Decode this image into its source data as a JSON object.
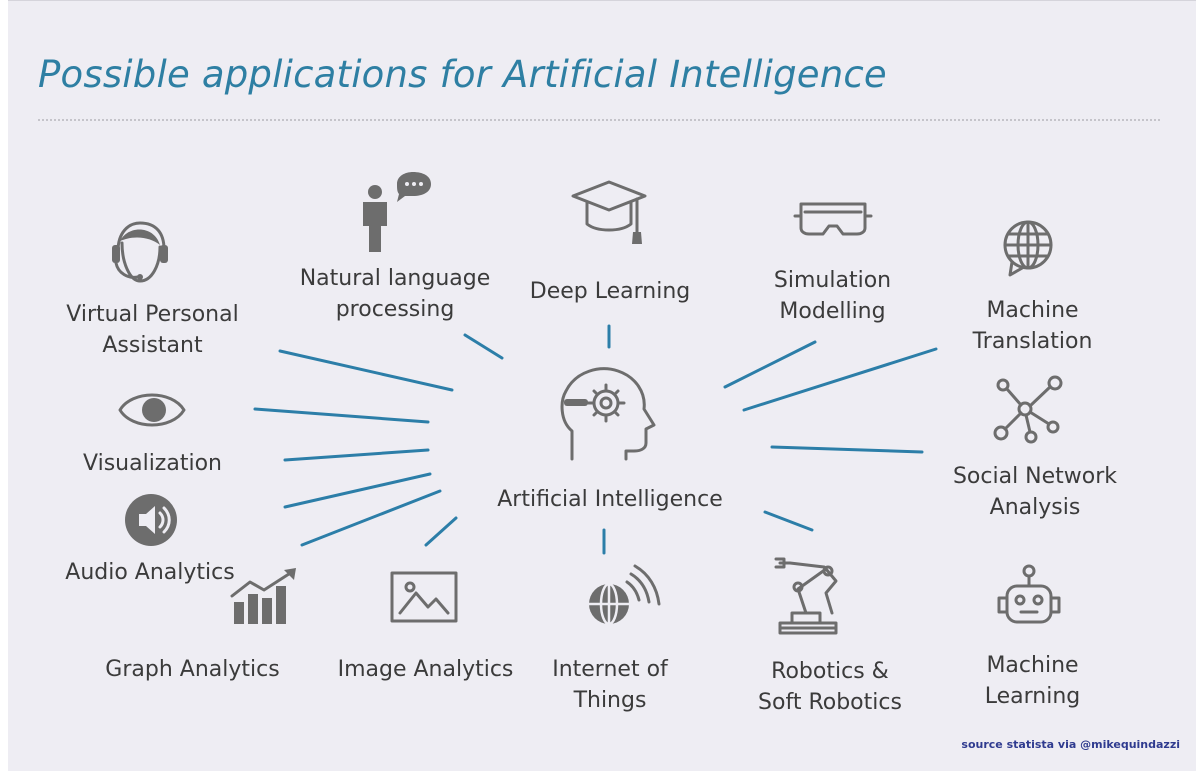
{
  "title": "Possible applications for Artificial Intelligence",
  "center": {
    "label": "Artificial Intelligence",
    "icon": "ai-head-gear-icon"
  },
  "applications": {
    "virtual_assistant": {
      "lines": [
        "Virtual Personal",
        "Assistant"
      ],
      "icon": "headset-person-icon"
    },
    "nlp": {
      "lines": [
        "Natural language",
        "processing"
      ],
      "icon": "person-speech-bubble-icon"
    },
    "deep_learning": {
      "lines": [
        "Deep Learning"
      ],
      "icon": "graduation-cap-icon"
    },
    "simulation": {
      "lines": [
        "Simulation",
        "Modelling"
      ],
      "icon": "vr-goggles-icon"
    },
    "machine_translation": {
      "lines": [
        "Machine",
        "Translation"
      ],
      "icon": "globe-bubble-icon"
    },
    "visualization": {
      "lines": [
        "Visualization"
      ],
      "icon": "eye-icon"
    },
    "social_network": {
      "lines": [
        "Social Network",
        "Analysis"
      ],
      "icon": "network-nodes-icon"
    },
    "audio": {
      "lines": [
        "Audio Analytics"
      ],
      "icon": "speaker-icon"
    },
    "graph": {
      "lines": [
        "Graph Analytics"
      ],
      "icon": "bar-chart-trend-icon"
    },
    "image": {
      "lines": [
        "Image Analytics"
      ],
      "icon": "picture-icon"
    },
    "iot": {
      "lines": [
        "Internet of",
        "Things"
      ],
      "icon": "globe-wifi-icon"
    },
    "robotics": {
      "lines": [
        "Robotics &",
        "Soft Robotics"
      ],
      "icon": "robot-arm-icon"
    },
    "machine_learning": {
      "lines": [
        "Machine",
        "Learning"
      ],
      "icon": "robot-head-icon"
    }
  },
  "source": "source statista via @mikequindazzi",
  "colors": {
    "accent": "#2e7fa3",
    "connector": "#2c7ea8",
    "icon": "#6d6d6d",
    "background": "#eeedf3",
    "source_text": "#2f3b8f"
  }
}
